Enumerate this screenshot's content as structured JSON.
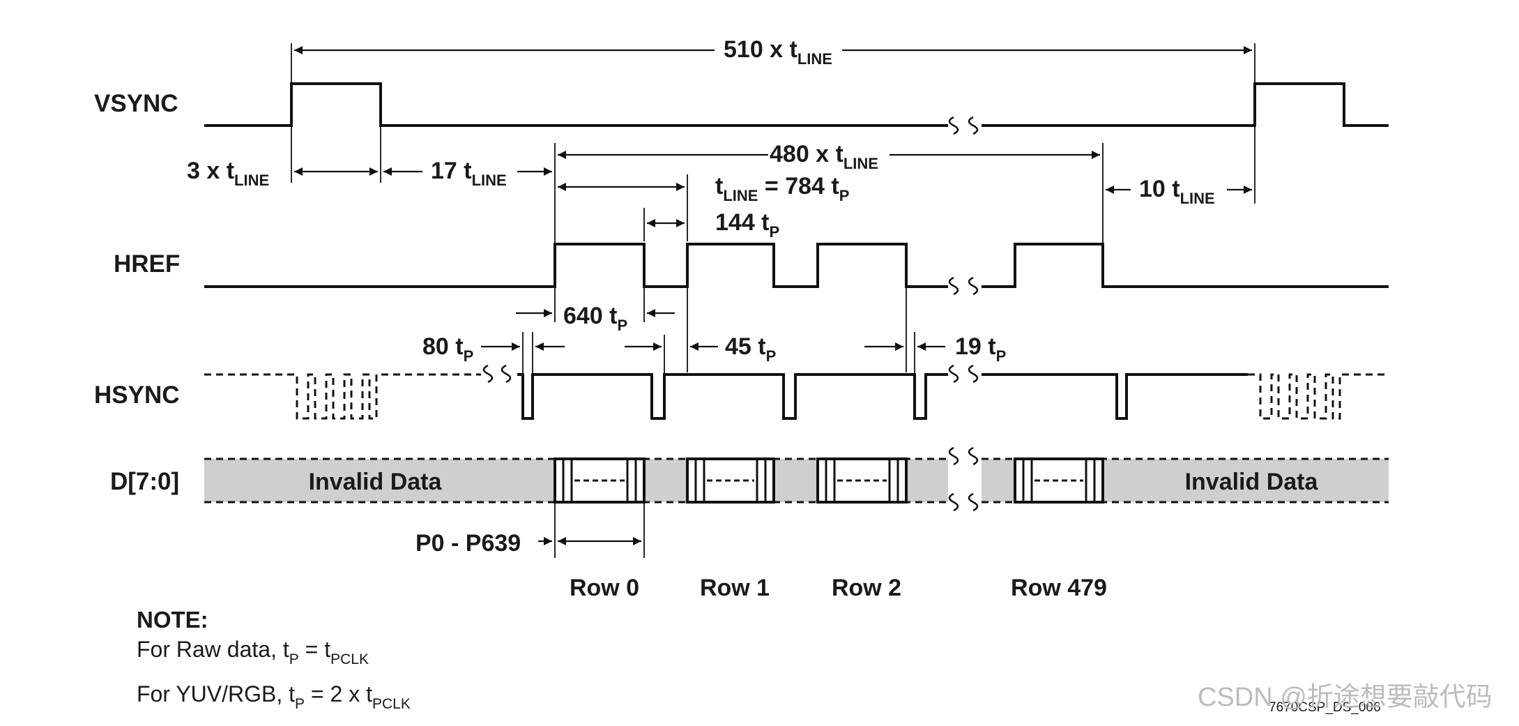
{
  "signals": {
    "vsync": "VSYNC",
    "href": "HREF",
    "hsync": "HSYNC",
    "data": "D[7:0]"
  },
  "timings": {
    "frame": {
      "value": "510 x t",
      "sub": "LINE"
    },
    "vsync_w": {
      "value": "3 x t",
      "sub": "LINE"
    },
    "vbp": {
      "value": "17 t",
      "sub": "LINE"
    },
    "active": {
      "value": "480 x t",
      "sub": "LINE"
    },
    "tline_a": {
      "value": "t",
      "sub": "LINE"
    },
    "tline_b": {
      "value": " = 784 t",
      "sub": "P"
    },
    "vfp": {
      "value": "10 t",
      "sub": "LINE"
    },
    "hblank": {
      "value": "144 t",
      "sub": "P"
    },
    "hactive": {
      "value": "640 t",
      "sub": "P"
    },
    "hsync_w": {
      "value": "80 t",
      "sub": "P"
    },
    "hbp": {
      "value": "45 t",
      "sub": "P"
    },
    "hfp": {
      "value": "19 t",
      "sub": "P"
    }
  },
  "data_labels": {
    "invalid_left": "Invalid Data",
    "invalid_right": "Invalid Data",
    "pixels": "P0 - P639"
  },
  "rows": [
    "Row 0",
    "Row 1",
    "Row 2",
    "Row 479"
  ],
  "note": {
    "title": "NOTE:",
    "line1_pre": "For Raw data, t",
    "line1_sub1": "P",
    "line1_mid": " = t",
    "line1_sub2": "PCLK",
    "line2_pre": "For YUV/RGB, t",
    "line2_sub1": "P",
    "line2_mid": " = 2 x t",
    "line2_sub2": "PCLK"
  },
  "figure_id": "7670CSP_DS_006",
  "watermark": "CSDN @折途想要敲代码"
}
